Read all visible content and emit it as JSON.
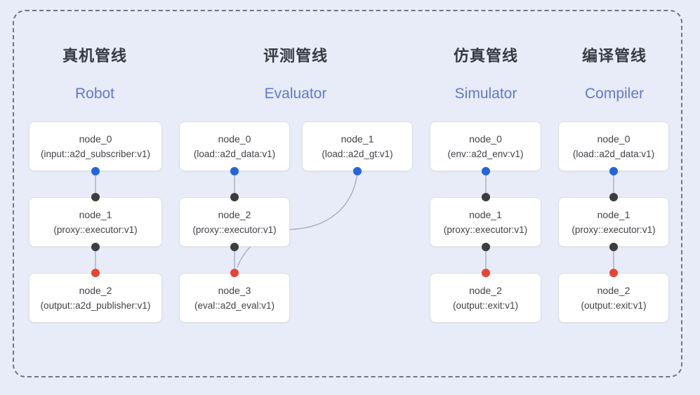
{
  "canvas": {
    "background": "#E8ECF8"
  },
  "boundary": {
    "style": "dashed",
    "color": "#70757E"
  },
  "colors": {
    "pipeline_title_zh": "#363A42",
    "pipeline_title_en": "#5F7BC6",
    "node_background": "#FFFFFF",
    "node_border": "#DCDEE3",
    "node_text": "#3F4247",
    "edge_line": "#9FA8BD",
    "port_output_blue": "#2663E1",
    "port_proxy_black": "#3D3D3D",
    "port_input_red": "#E84433"
  },
  "pipelines": [
    {
      "title_zh": "真机管线",
      "title_en": "Robot",
      "nodes": [
        {
          "name": "node_0",
          "type": "(input::a2d_subscriber:v1)"
        },
        {
          "name": "node_1",
          "type": "(proxy::executor:v1)"
        },
        {
          "name": "node_2",
          "type": "(output::a2d_publisher:v1)"
        }
      ]
    },
    {
      "title_zh": "评测管线",
      "title_en": "Evaluator",
      "nodes": [
        {
          "name": "node_0",
          "type": "(load::a2d_data:v1)"
        },
        {
          "name": "node_1",
          "type": "(load::a2d_gt:v1)"
        },
        {
          "name": "node_2",
          "type": "(proxy::executor:v1)"
        },
        {
          "name": "node_3",
          "type": "(eval::a2d_eval:v1)"
        }
      ]
    },
    {
      "title_zh": "仿真管线",
      "title_en": "Simulator",
      "nodes": [
        {
          "name": "node_0",
          "type": "(env::a2d_env:v1)"
        },
        {
          "name": "node_1",
          "type": "(proxy::executor:v1)"
        },
        {
          "name": "node_2",
          "type": "(output::exit:v1)"
        }
      ]
    },
    {
      "title_zh": "编译管线",
      "title_en": "Compiler",
      "nodes": [
        {
          "name": "node_0",
          "type": "(load::a2d_data:v1)"
        },
        {
          "name": "node_1",
          "type": "(proxy::executor:v1)"
        },
        {
          "name": "node_2",
          "type": "(output::exit:v1)"
        }
      ]
    }
  ]
}
